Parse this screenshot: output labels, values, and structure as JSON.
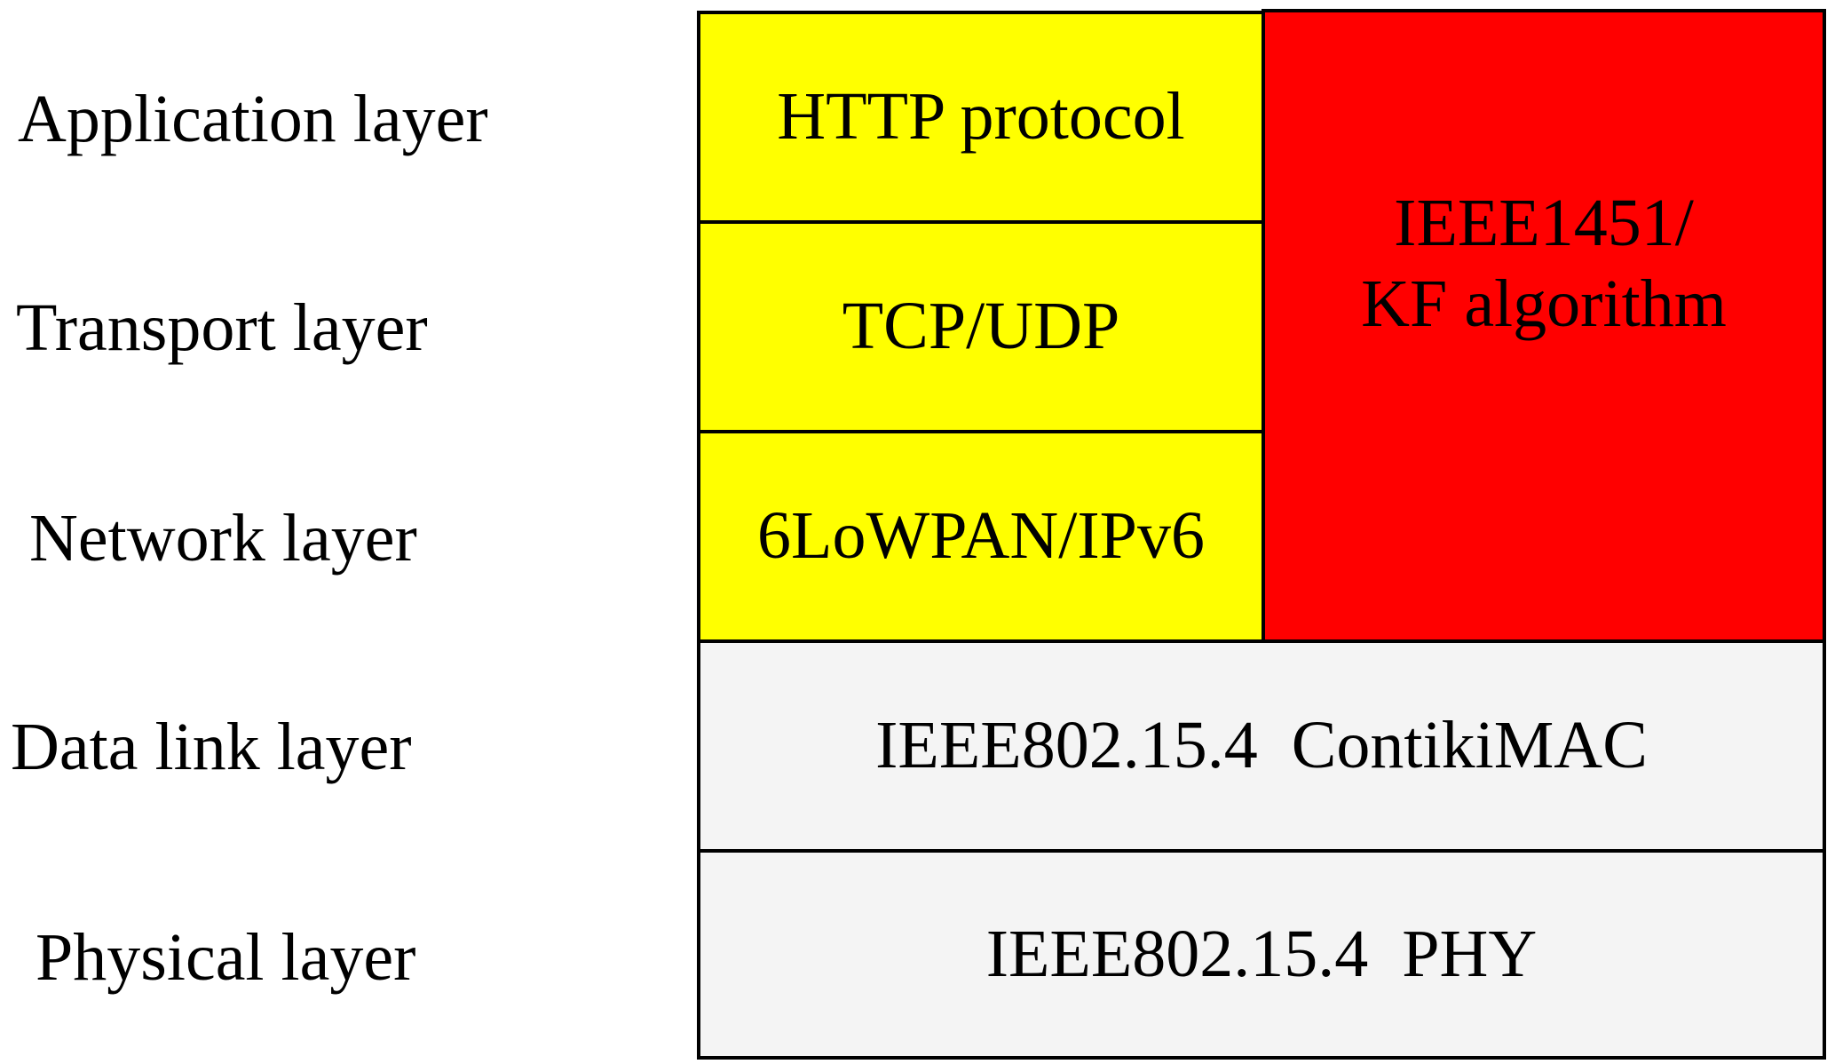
{
  "layers": {
    "application": "Application layer",
    "transport": "Transport layer",
    "network": "Network layer",
    "data_link": "Data link layer",
    "physical": "Physical layer"
  },
  "protocols": {
    "application": "HTTP protocol",
    "transport": "TCP/UDP",
    "network": "6LoWPAN/IPv6",
    "cross_layer": "IEEE1451/\nKF algorithm",
    "data_link": "IEEE802.15.4  ContikiMAC",
    "physical": "IEEE802.15.4  PHY"
  },
  "colors": {
    "upper_layer_fill": "#ffff00",
    "cross_layer_fill": "#ff0000",
    "lower_layer_fill": "#f4f4f4",
    "border": "#000000"
  }
}
